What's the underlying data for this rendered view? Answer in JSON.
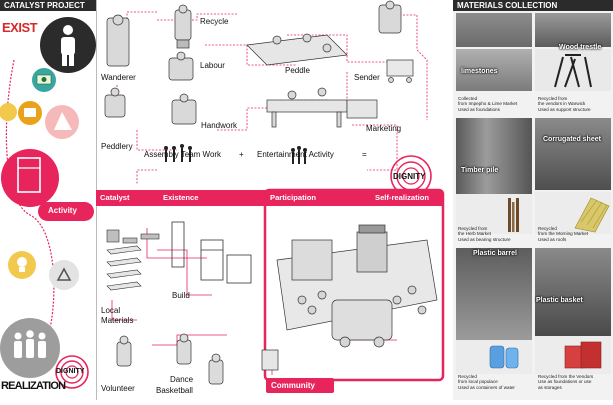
{
  "header": {
    "left_title": "CATALYST PROJECT",
    "right_title": "MATERIALS COLLECTION"
  },
  "left_column": {
    "top_word": "EXIST",
    "activity_label": "Activity",
    "dignity_label": "DIGNITY",
    "bottom_word": "REALIZATION"
  },
  "diagram": {
    "labels": {
      "recycle": "Recycle",
      "labour": "Labour",
      "peddle": "Peddle",
      "wanderer": "Wanderer",
      "sender": "Sender",
      "handwork": "Handwork",
      "peddlery": "Peddlery",
      "marketing": "Marketing",
      "assembly": "Assembly Team Work",
      "plus": "+",
      "entertainment": "Entertainment Activity",
      "equals": "=",
      "dignity": "DIGNITY",
      "build": "Build",
      "local_materials_1": "Local",
      "local_materials_2": "Materials",
      "volunteer": "Volunteer",
      "dance": "Dance",
      "basketball": "Basketball",
      "community": "Community"
    },
    "stages": [
      "Catalyst",
      "Existence",
      "Participation",
      "Self-realization"
    ],
    "colors": {
      "accent": "#e8245c",
      "header": "#2b2b2b",
      "line": "#e8245c"
    }
  },
  "materials": {
    "items": [
      {
        "title": "limestones",
        "caption": [
          "Collected",
          "from Impepho & Lime Market",
          "Used as foundations"
        ]
      },
      {
        "title": "Wood trestle",
        "caption": [
          "Recycled from",
          "the vendors in Warwick",
          "Used as support structure"
        ]
      },
      {
        "title": "Timber pile",
        "caption": [
          "Recycled from",
          "the Herb Market",
          "Used as bearing structure"
        ]
      },
      {
        "title": "Corrugated sheet",
        "caption": [
          "Recycled",
          "from the Morning Market",
          "Used as roofs"
        ]
      },
      {
        "title": "Plastic barrel",
        "caption": [
          "Recycled",
          "from local populace",
          "Used as containers of water"
        ]
      },
      {
        "title": "Plastic basket",
        "caption": [
          "Recycled from the Vendors",
          "Use as foundations or use",
          "as storages"
        ]
      }
    ]
  }
}
